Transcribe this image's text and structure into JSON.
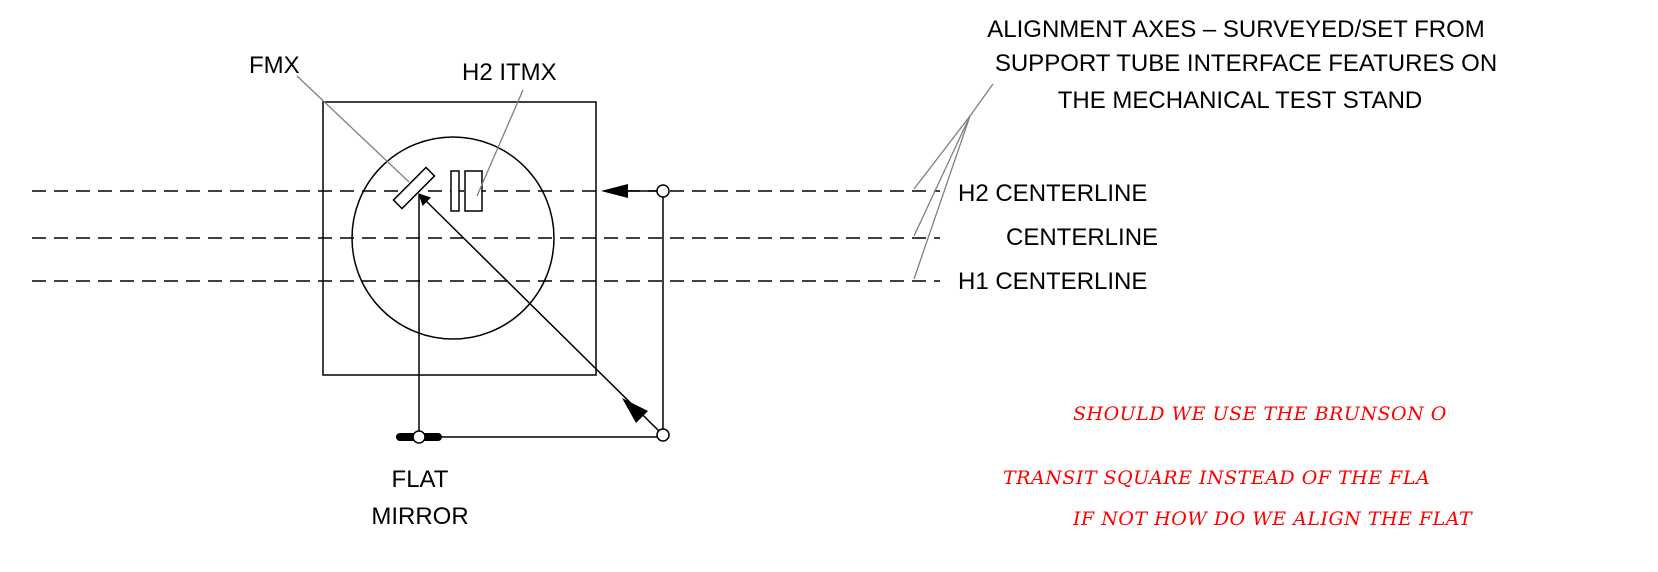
{
  "labels": {
    "fmx": "FMX",
    "h2_itmx": "H2 ITMX",
    "alignment_note": [
      "ALIGNMENT AXES – SURVEYED/SET FROM",
      "SUPPORT TUBE INTERFACE FEATURES ON",
      "THE MECHANICAL TEST STAND"
    ],
    "h2_centerline": "H2 CENTERLINE",
    "centerline": "CENTERLINE",
    "h1_centerline": "H1 CENTERLINE",
    "flat_mirror": [
      "FLAT",
      "MIRROR"
    ]
  },
  "review_comment": [
    "SHOULD WE USE THE BRUNSON O",
    "TRANSIT SQUARE INSTEAD OF THE FLA",
    "IF NOT HOW DO WE ALIGN THE FLAT"
  ],
  "colors": {
    "line": "#000000",
    "leader": "#808080",
    "comment": "#ff0000"
  }
}
